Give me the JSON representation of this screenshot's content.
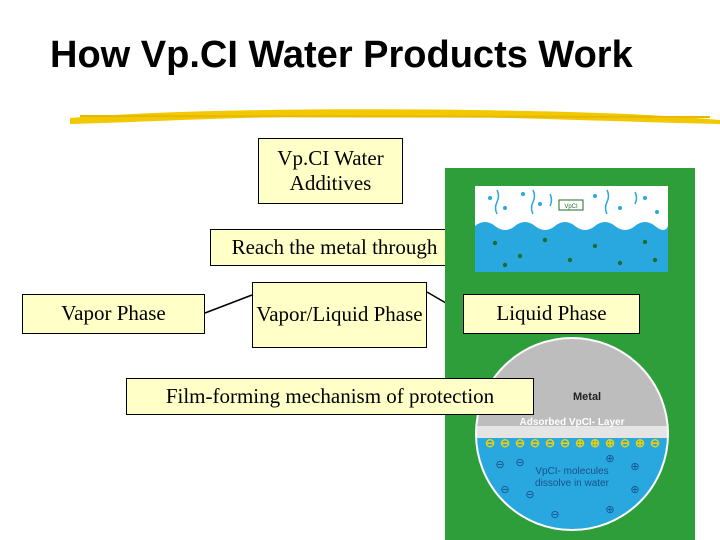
{
  "slide": {
    "title": "How Vp.CI Water Products Work"
  },
  "boxes": {
    "additives": "Vp.CI Water Additives",
    "reach": "Reach the metal through",
    "vapor_phase": "Vapor Phase",
    "vapor_liquid_phase": "Vapor/Liquid Phase",
    "liquid_phase": "Liquid Phase",
    "film_forming": "Film-forming mechanism of protection"
  },
  "illustration": {
    "top_tag": "VpCI",
    "metal_label": "Metal",
    "adsorbed_label": "Adsorbed VpCI- Layer",
    "molecules_label_line1": "VpCI- molecules",
    "molecules_label_line2": "dissolve in water"
  },
  "colors": {
    "box_fill": "#ffffc8",
    "underline": "#f2c800",
    "panel_green": "#2d9e3a",
    "water_blue": "#29a8e0",
    "metal_gray": "#bdbdbd"
  }
}
